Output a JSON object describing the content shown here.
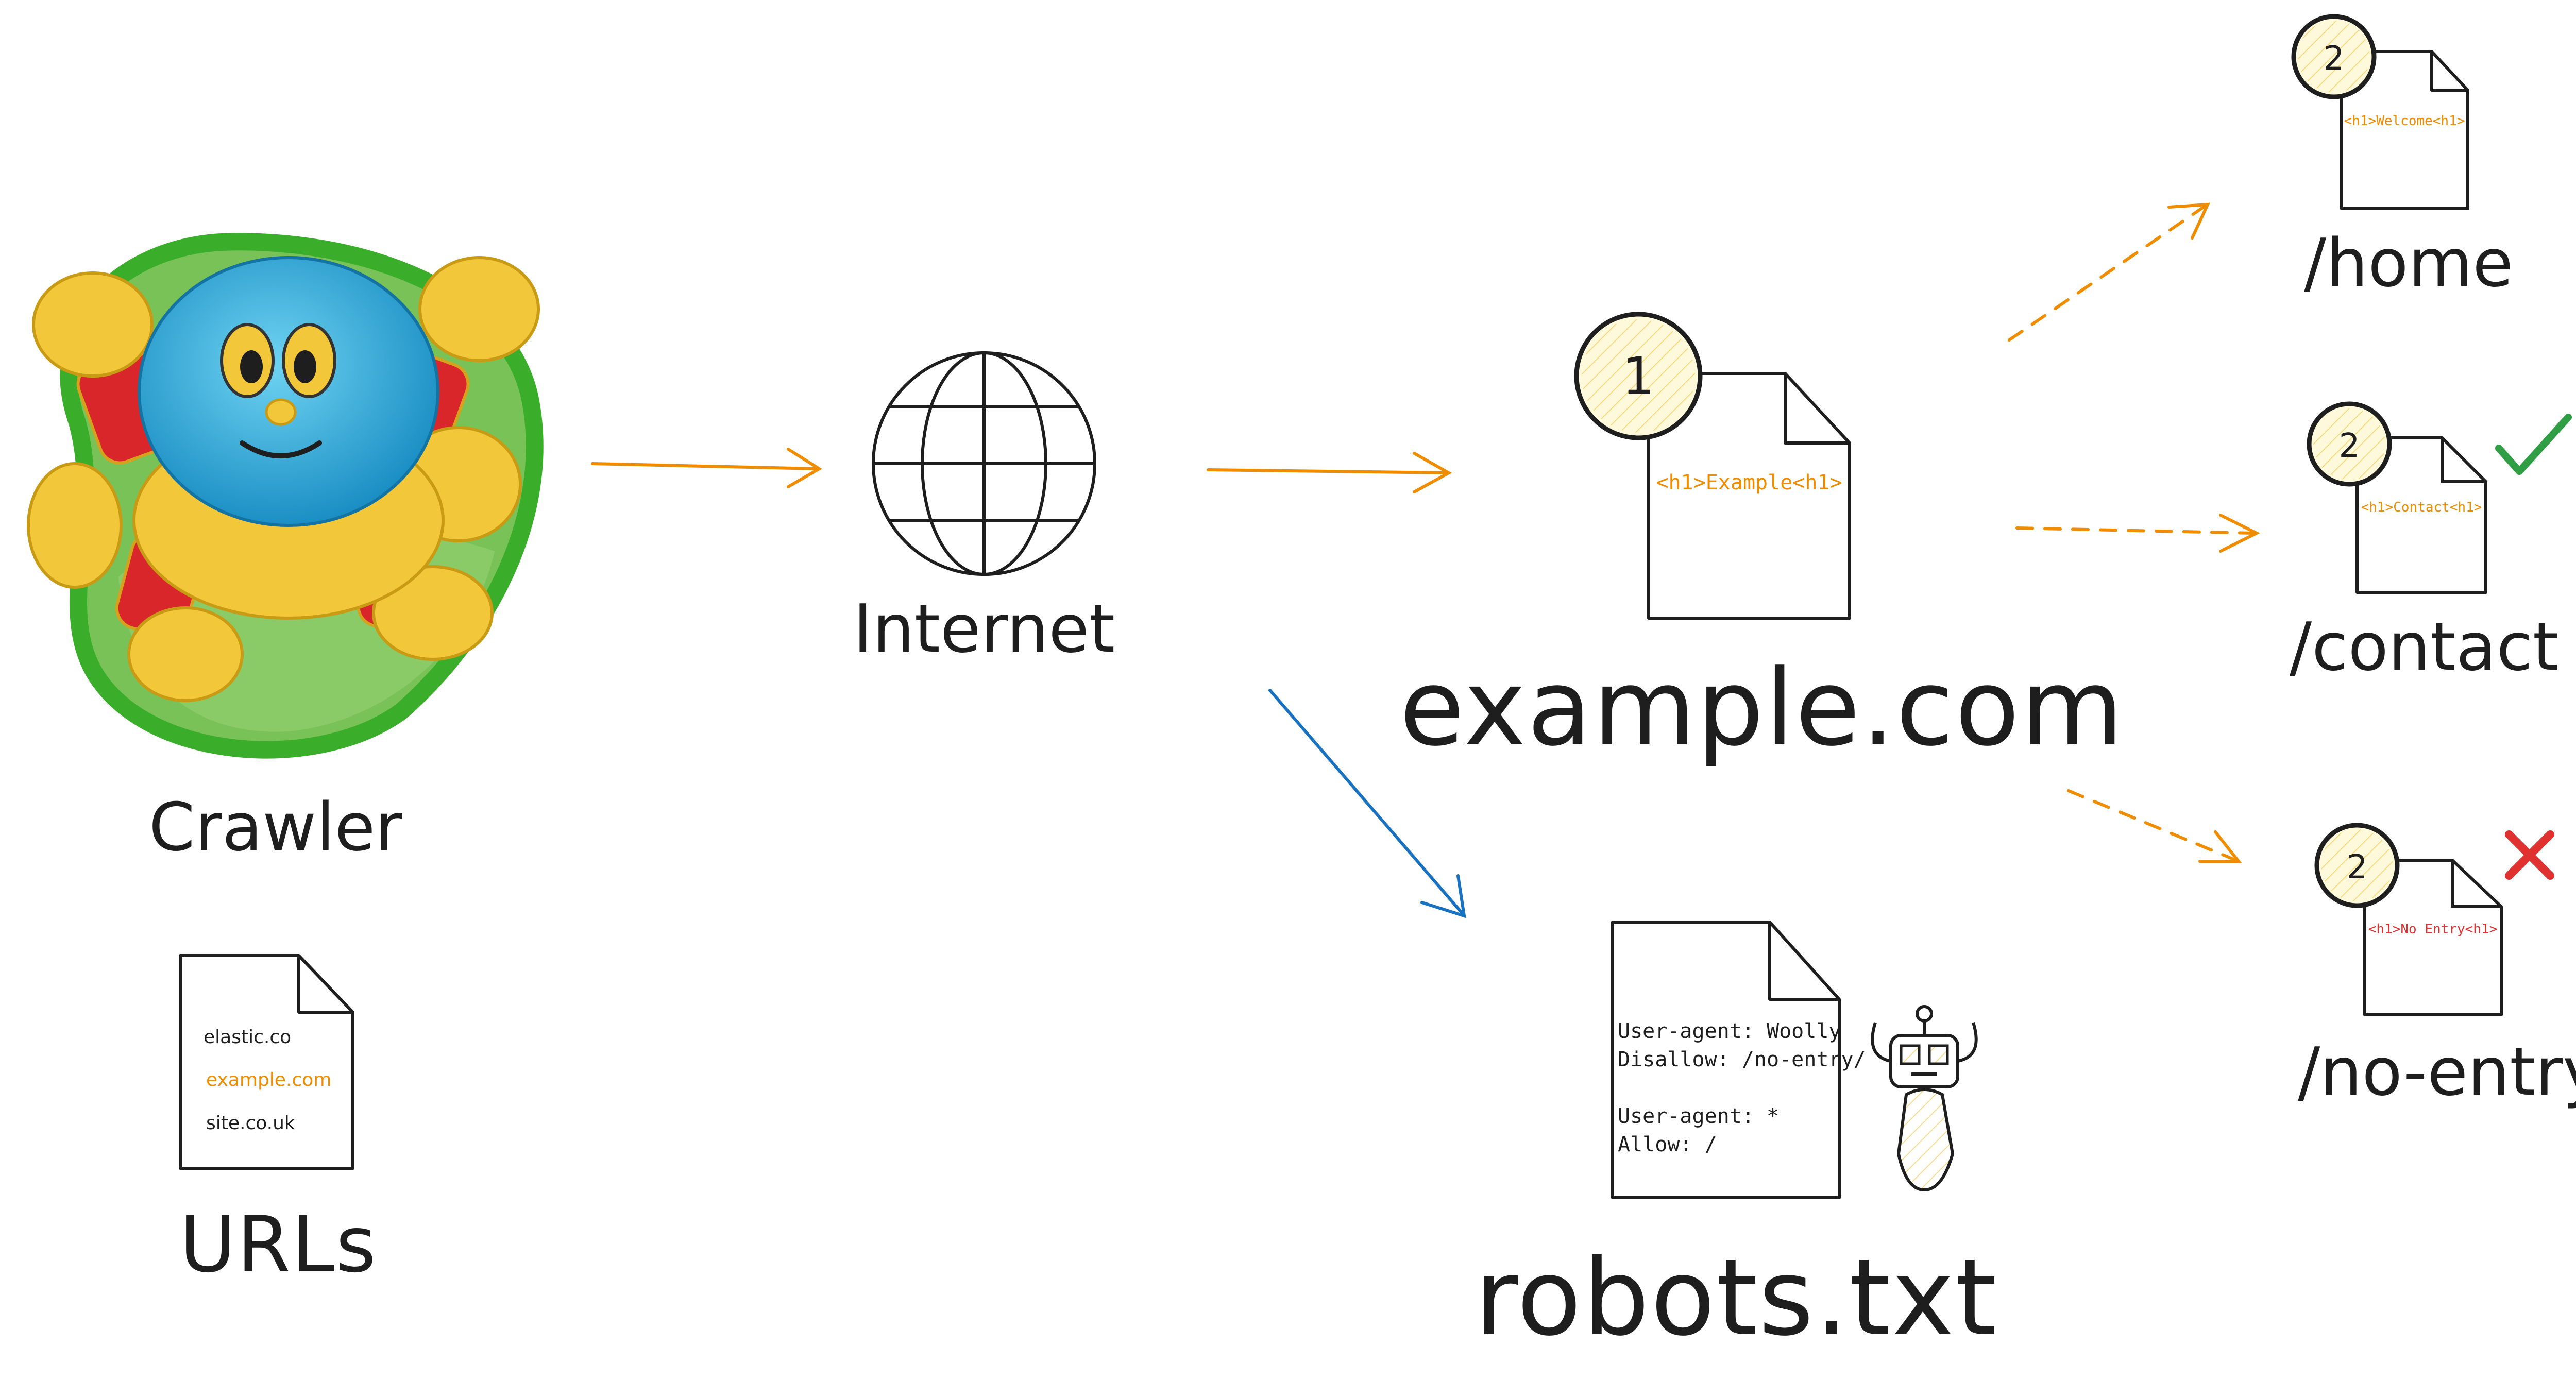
{
  "labels": {
    "crawler": "Crawler",
    "urls": "URLs",
    "internet": "Internet",
    "example_com": "example.com",
    "robots_txt": "robots.txt",
    "home": "/home",
    "contact": "/contact",
    "no_entry": "/no-entry"
  },
  "url_list": [
    "elastic.co",
    "example.com",
    "site.co.uk"
  ],
  "example_doc": {
    "badge": "1",
    "content": "<h1>Example<h1>"
  },
  "home_doc": {
    "badge": "2",
    "content": "<h1>Welcome<h1>"
  },
  "contact_doc": {
    "badge": "2",
    "content": "<h1>Contact<h1>"
  },
  "no_entry_doc": {
    "badge": "2",
    "content": "<h1>No Entry<h1>"
  },
  "robots": {
    "lines": [
      "User-agent: Woolly",
      "Disallow: /no-entry/",
      "",
      "User-agent: *",
      "Allow: /"
    ]
  },
  "colors": {
    "orange": "#f08c00",
    "blue": "#1971c2",
    "red": "#e03131",
    "green": "#2f9e44",
    "ink": "#1e1e1e"
  },
  "icons": [
    "crawler-mascot-icon",
    "globe-icon",
    "robot-icon",
    "check-icon",
    "cross-icon"
  ]
}
